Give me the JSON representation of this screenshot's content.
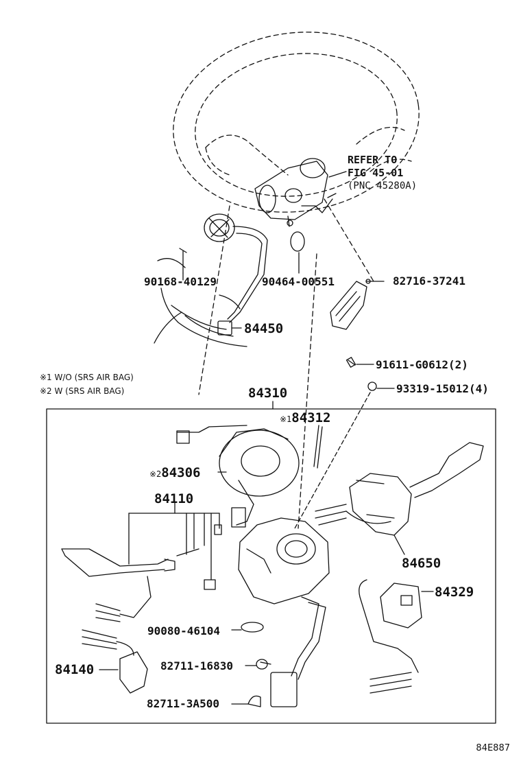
{
  "reference": {
    "line1": "REFER TO",
    "line2": "FIG 45-01",
    "line3": "(PNC 45280A)"
  },
  "notes": [
    "※1 W/O (SRS AIR BAG)",
    "※2 W (SRS AIR BAG)"
  ],
  "parts": {
    "p90168": "90168-40129",
    "p90464": "90464-00551",
    "p82716": "82716-37241",
    "p84450": "84450",
    "p91611": "91611-G0612(2)",
    "p93319": "93319-15012(4)",
    "p84310": "84310",
    "p84312": "84312",
    "p84312_mark": "※1",
    "p84306": "84306",
    "p84306_mark": "※2",
    "p84110": "84110",
    "p84650": "84650",
    "p84329": "84329",
    "p90080": "90080-46104",
    "p84140": "84140",
    "p82711a": "82711-16830",
    "p82711b": "82711-3A500"
  },
  "diagram_code": "84E887"
}
